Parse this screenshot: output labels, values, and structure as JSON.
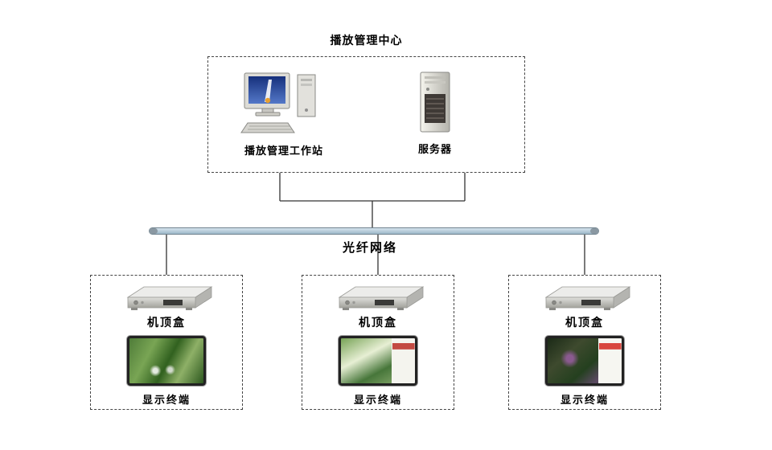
{
  "diagram": {
    "center": {
      "title": "播放管理中心",
      "workstation_label": "播放管理工作站",
      "server_label": "服务器"
    },
    "network_label": "光纤网络",
    "terminals": [
      {
        "stb_label": "机顶盒",
        "display_label": "显示终端"
      },
      {
        "stb_label": "机顶盒",
        "display_label": "显示终端"
      },
      {
        "stb_label": "机顶盒",
        "display_label": "显示终端"
      }
    ],
    "colors": {
      "background": "#ffffff",
      "bus_fill": "#b9cfdd",
      "bus_edge": "#6f828e",
      "connector_line": "#333333"
    }
  }
}
